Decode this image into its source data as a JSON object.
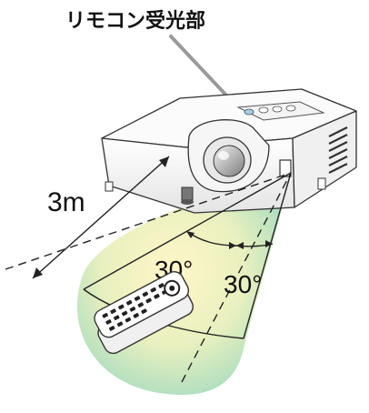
{
  "title": "リモコン受光部",
  "distance_label": "3m",
  "angle_left_label": "30°",
  "angle_right_label": "30°",
  "colors": {
    "beam_center": "#fff6c8",
    "beam_edge": "#a8dcbf",
    "line": "#222222",
    "pointer": "#9a9a9a"
  }
}
